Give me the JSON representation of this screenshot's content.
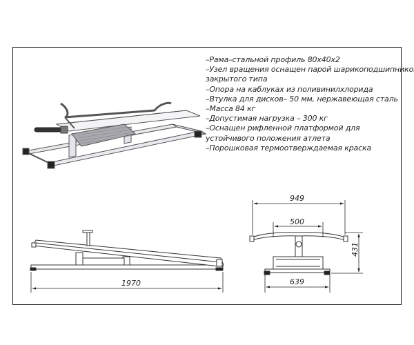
{
  "specs": [
    "–Рама–стальной профиль 80х40х2",
    "–Узел вращения оснащен парой шарикоподшипников",
    "закрытого типа",
    "–Опора на каблуках из поливинилхлорида",
    "–Втулка для дисков– 50 мм, нержавеющая сталь",
    "–Масса 84 кг",
    "–Допустимая нагрузка – 300 кг",
    "–Оснащен рифленной платформой для",
    "устойчивого положения атлета",
    "–Порошковая термоотверждаемая краска"
  ],
  "dimensions": {
    "length": "1970",
    "width_handles": "949",
    "width_platform": "500",
    "height": "431",
    "base_width": "639"
  }
}
